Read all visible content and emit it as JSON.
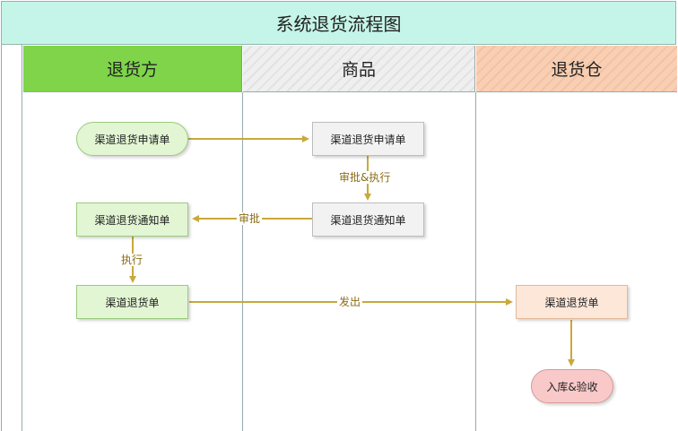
{
  "title": "系统退货流程图",
  "lanes": [
    {
      "label": "退货方",
      "color": "#7fd44a"
    },
    {
      "label": "商品",
      "color": "#efefef"
    },
    {
      "label": "退货仓",
      "color": "#f9cfb4"
    }
  ],
  "nodes": {
    "start": "渠道退货申请单",
    "apply": "渠道退货申请单",
    "notice_goods": "渠道退货通知单",
    "notice_return": "渠道退货通知单",
    "return_form": "渠道退货单",
    "warehouse_form": "渠道退货单",
    "end": "入库&验收"
  },
  "edges": {
    "approve_execute": "审批&执行",
    "approve": "审批",
    "execute": "执行",
    "send": "发出"
  },
  "colors": {
    "arrow": "#c8a93a",
    "label": "#8a6d16"
  }
}
